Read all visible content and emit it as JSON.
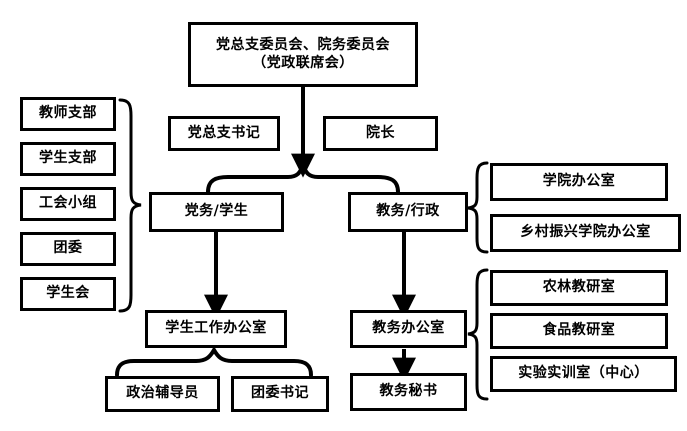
{
  "diagram": {
    "title_box": {
      "line1": "党总支委员会、院务委员会",
      "line2": "（党政联席会）"
    },
    "leaders": [
      {
        "label": "党总支书记"
      },
      {
        "label": "院长"
      }
    ],
    "left_group": [
      {
        "label": "教师支部"
      },
      {
        "label": "学生支部"
      },
      {
        "label": "工会小组"
      },
      {
        "label": "团委"
      },
      {
        "label": "学生会"
      }
    ],
    "branches": [
      {
        "label": "党务/学生"
      },
      {
        "label": "教务/行政"
      }
    ],
    "offices": [
      {
        "label": "学生工作办公室"
      },
      {
        "label": "教务办公室"
      }
    ],
    "student_office_children": [
      {
        "label": "政治辅导员"
      },
      {
        "label": "团委书记"
      }
    ],
    "academic_office_children": [
      {
        "label": "教务秘书"
      }
    ],
    "right_group_upper": [
      {
        "label": "学院办公室"
      },
      {
        "label": "乡村振兴学院办公室"
      }
    ],
    "right_group_lower": [
      {
        "label": "农林教研室"
      },
      {
        "label": "食品教研室"
      },
      {
        "label": "实验实训室（中心）"
      }
    ],
    "colors": {
      "line": "#000000",
      "box_fill": "#ffffff",
      "text": "#000000"
    }
  }
}
